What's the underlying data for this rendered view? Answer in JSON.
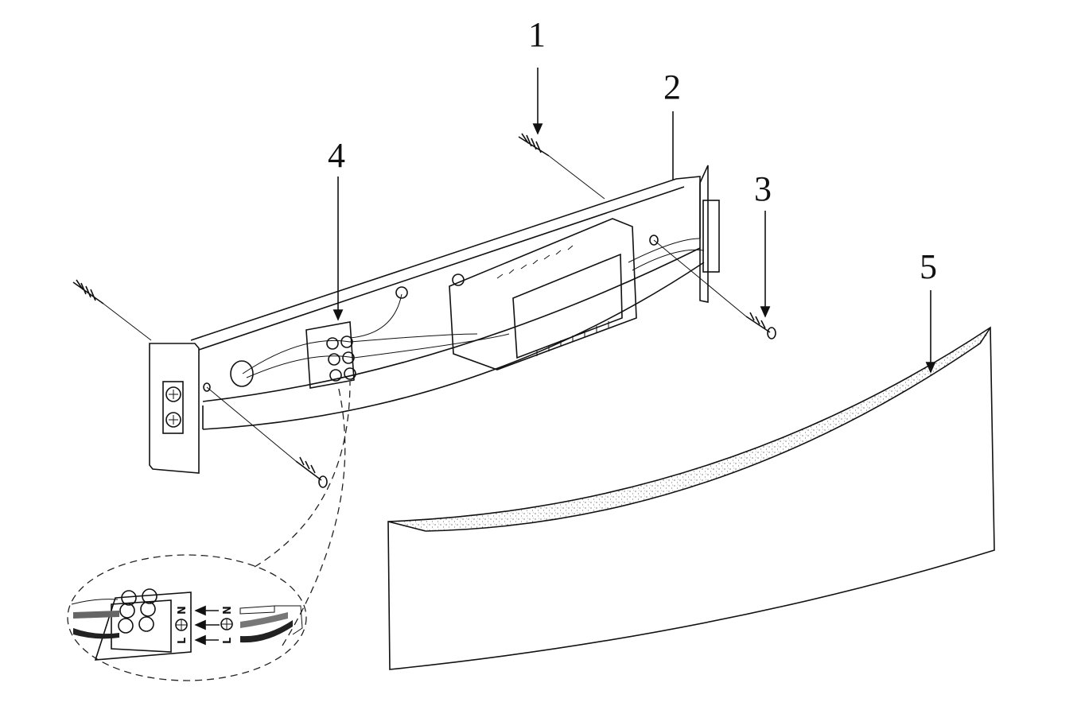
{
  "diagram": {
    "callouts": [
      {
        "number": "1",
        "part": "wall-anchor"
      },
      {
        "number": "2",
        "part": "mounting-plate"
      },
      {
        "number": "3",
        "part": "screw"
      },
      {
        "number": "4",
        "part": "terminal-block"
      },
      {
        "number": "5",
        "part": "lamp-shade"
      }
    ],
    "wiring_inset": {
      "terminals": [
        "N",
        "L"
      ],
      "wire_labels": [
        "N",
        "L"
      ]
    }
  }
}
